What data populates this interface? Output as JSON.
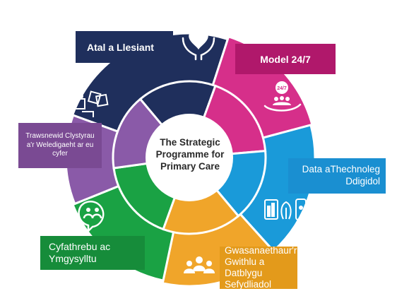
{
  "center": {
    "title": "The Strategic Programme for Primary Care"
  },
  "segments": [
    {
      "key": "atal",
      "label": "Atal a Llesiant",
      "color": "#1f2f5c",
      "icon": "hands-heart-icon"
    },
    {
      "key": "model",
      "label": "Model 24/7",
      "color": "#d62f8a",
      "icon": "hand-people-clock-icon",
      "icon_text": "24/7"
    },
    {
      "key": "data",
      "label": "Data aThechnoleg Ddigidol",
      "color": "#1a9ad9",
      "icon": "devices-icon"
    },
    {
      "key": "gwas",
      "label": "Gwasanaethaur'r Gwithlu a Datblygu Sefydliadol",
      "color": "#f0a52a",
      "icon": "people-group-icon"
    },
    {
      "key": "cyf",
      "label": "Cyfathrebu ac Ymgysylltu",
      "color": "#1aa244",
      "icon": "speech-bubble-people-icon"
    },
    {
      "key": "traws",
      "label": "Trawsnewid Clystyrau a'r Weledigaeht ar eu cyfer",
      "color": "#8a5aa8",
      "icon": "puzzle-pieces-icon"
    }
  ]
}
